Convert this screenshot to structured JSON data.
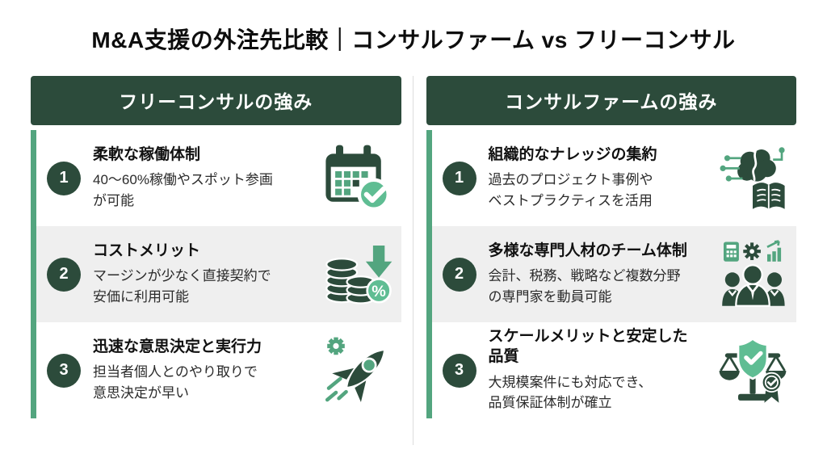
{
  "title": "M&A支援の外注先比較｜コンサルファーム vs フリーコンサル",
  "colors": {
    "primary_green": "#2C4B3B",
    "accent_green": "#53A57F",
    "accent_light_green": "#5FBD93",
    "row_alt_bg": "#EFEFEF",
    "divider": "#DDDDDD"
  },
  "columns": [
    {
      "id": "freelance",
      "header": "フリーコンサルの強み",
      "rows": [
        {
          "number": "1",
          "title": "柔軟な稼働体制",
          "description": "40〜60%稼働やスポット参画\nが可能",
          "icon": "calendar-check-icon"
        },
        {
          "number": "2",
          "title": "コストメリット",
          "description": "マージンが少なく直接契約で\n安価に利用可能",
          "icon": "coins-discount-icon"
        },
        {
          "number": "3",
          "title": "迅速な意思決定と実行力",
          "description": "担当者個人とのやり取りで\n意思決定が早い",
          "icon": "rocket-gear-icon"
        }
      ]
    },
    {
      "id": "firm",
      "header": "コンサルファームの強み",
      "rows": [
        {
          "number": "1",
          "title": "組織的なナレッジの集約",
          "description": "過去のプロジェクト事例や\nベストプラクティスを活用",
          "icon": "brain-book-icon"
        },
        {
          "number": "2",
          "title": "多様な専門人材のチーム体制",
          "description": "会計、税務、戦略など複数分野\nの専門家を動員可能",
          "icon": "team-specialists-icon"
        },
        {
          "number": "3",
          "title": "スケールメリットと安定した\n品質",
          "description": "大規模案件にも対応でき、\n品質保証体制が確立",
          "icon": "scale-quality-icon"
        }
      ]
    }
  ]
}
